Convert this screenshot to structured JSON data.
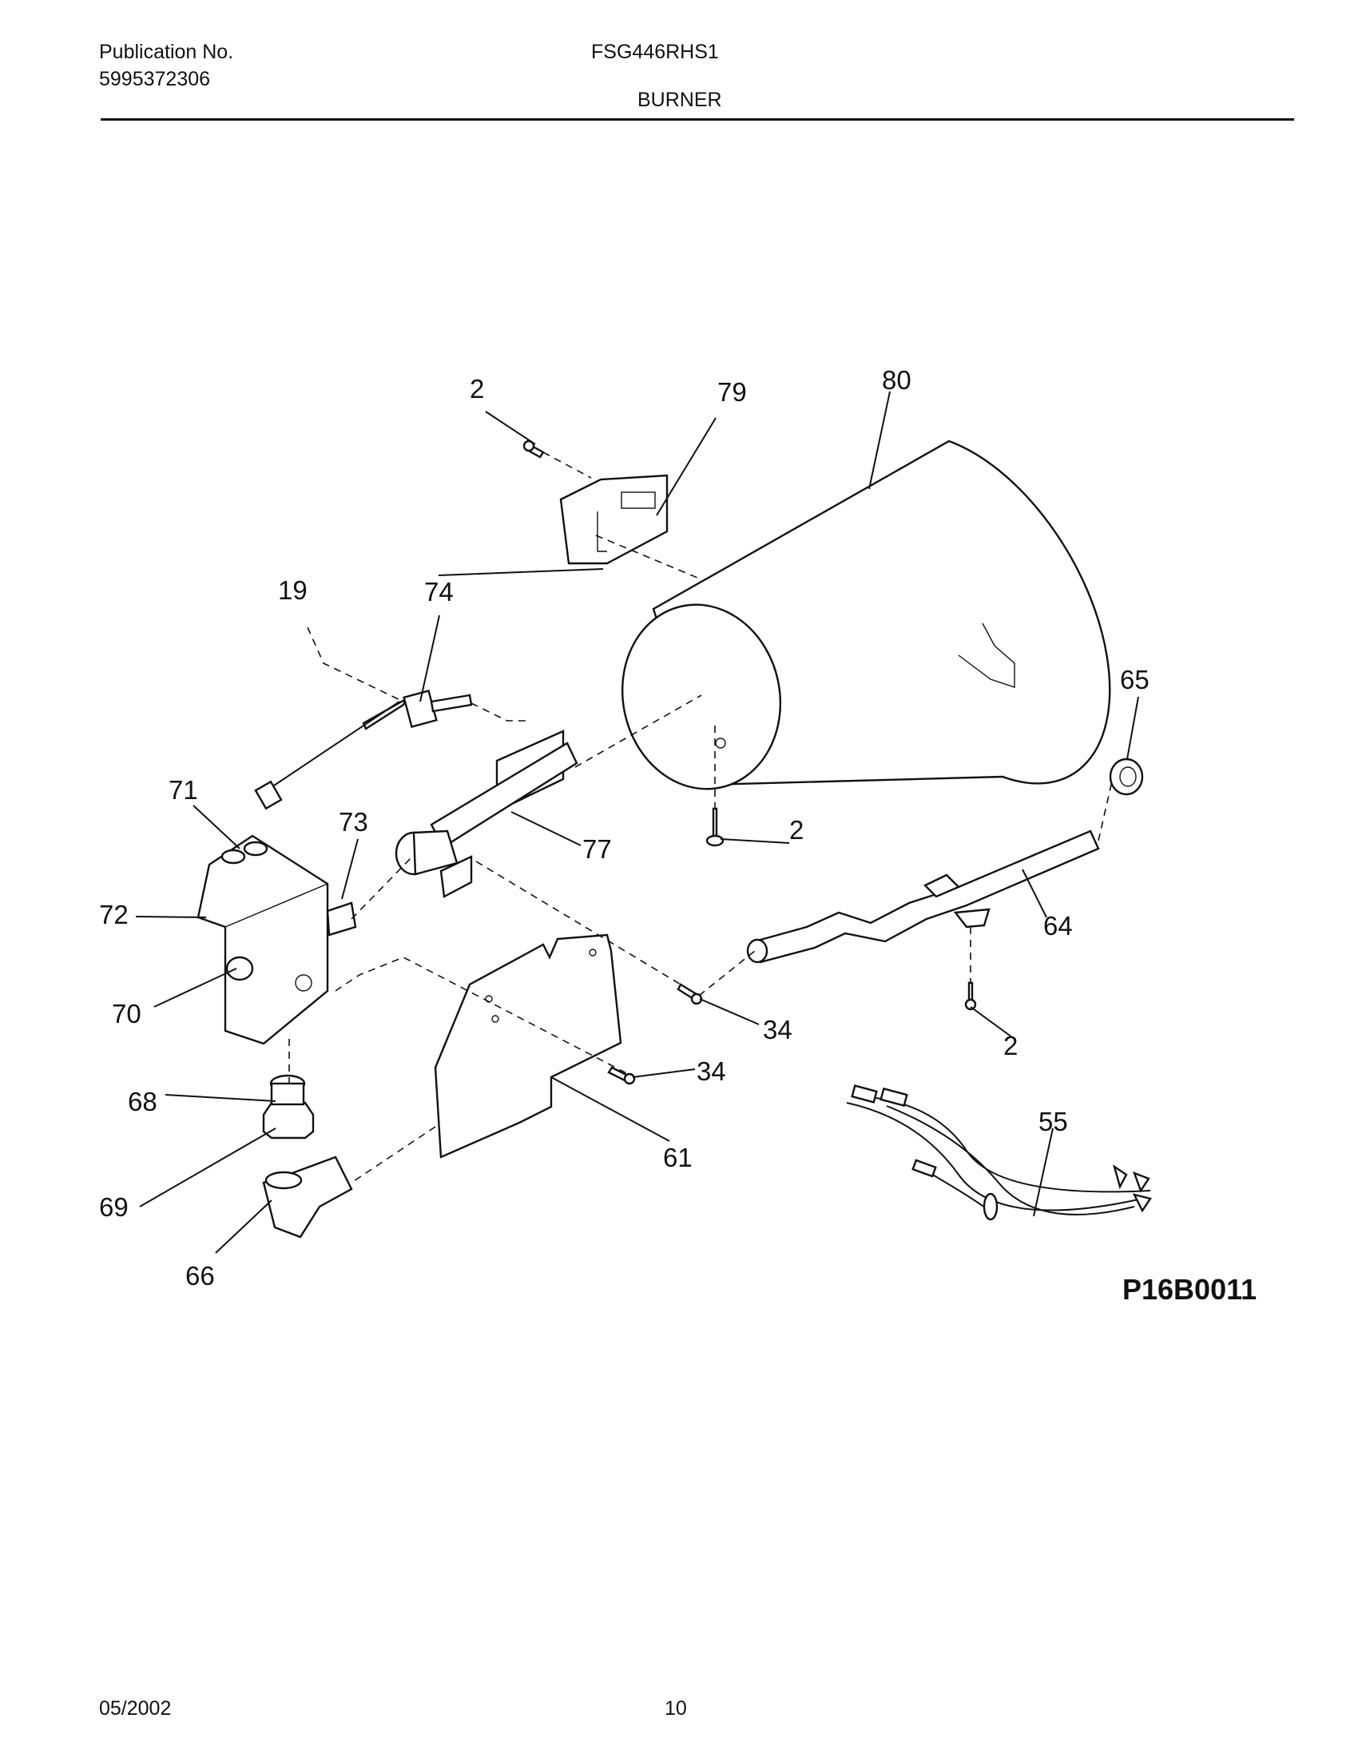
{
  "header": {
    "publication_label": "Publication No.",
    "publication_number": "5995372306",
    "model": "FSG446RHS1",
    "section": "BURNER"
  },
  "diagram": {
    "reference_code": "P16B0011",
    "callouts": {
      "c2a": "2",
      "c79": "79",
      "c80": "80",
      "c19": "19",
      "c74": "74",
      "c65": "65",
      "c71": "71",
      "c73": "73",
      "c2b": "2",
      "c77": "77",
      "c72": "72",
      "c64": "64",
      "c70": "70",
      "c34a": "34",
      "c2c": "2",
      "c34b": "34",
      "c68": "68",
      "c55": "55",
      "c61": "61",
      "c69": "69",
      "c66": "66"
    }
  },
  "footer": {
    "date": "05/2002",
    "page": "10"
  }
}
